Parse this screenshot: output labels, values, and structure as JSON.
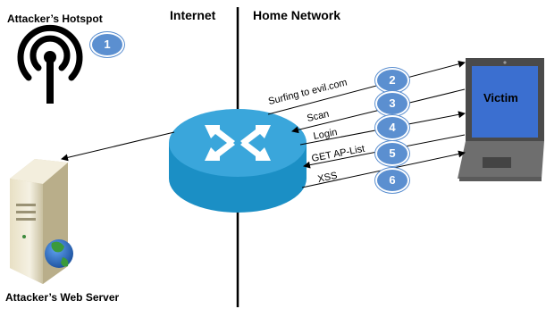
{
  "labels": {
    "hotspot": "Attacker’s Hotspot",
    "internet": "Internet",
    "home_network": "Home Network",
    "victim": "Victim",
    "web_server": "Attacker’s Web Server"
  },
  "steps": [
    {
      "number": "1"
    },
    {
      "number": "2",
      "text": "Surfing to evil.com"
    },
    {
      "number": "3",
      "text": "Scan"
    },
    {
      "number": "4",
      "text": "Login"
    },
    {
      "number": "5",
      "text": "GET AP-List"
    },
    {
      "number": "6",
      "text": "XSS"
    }
  ],
  "colors": {
    "badge": "#5b8fd0",
    "router": "#1b8fc5",
    "router_top": "#3aa6db",
    "laptop_screen": "#3b6fd0",
    "laptop_body": "#6e6e6e"
  }
}
